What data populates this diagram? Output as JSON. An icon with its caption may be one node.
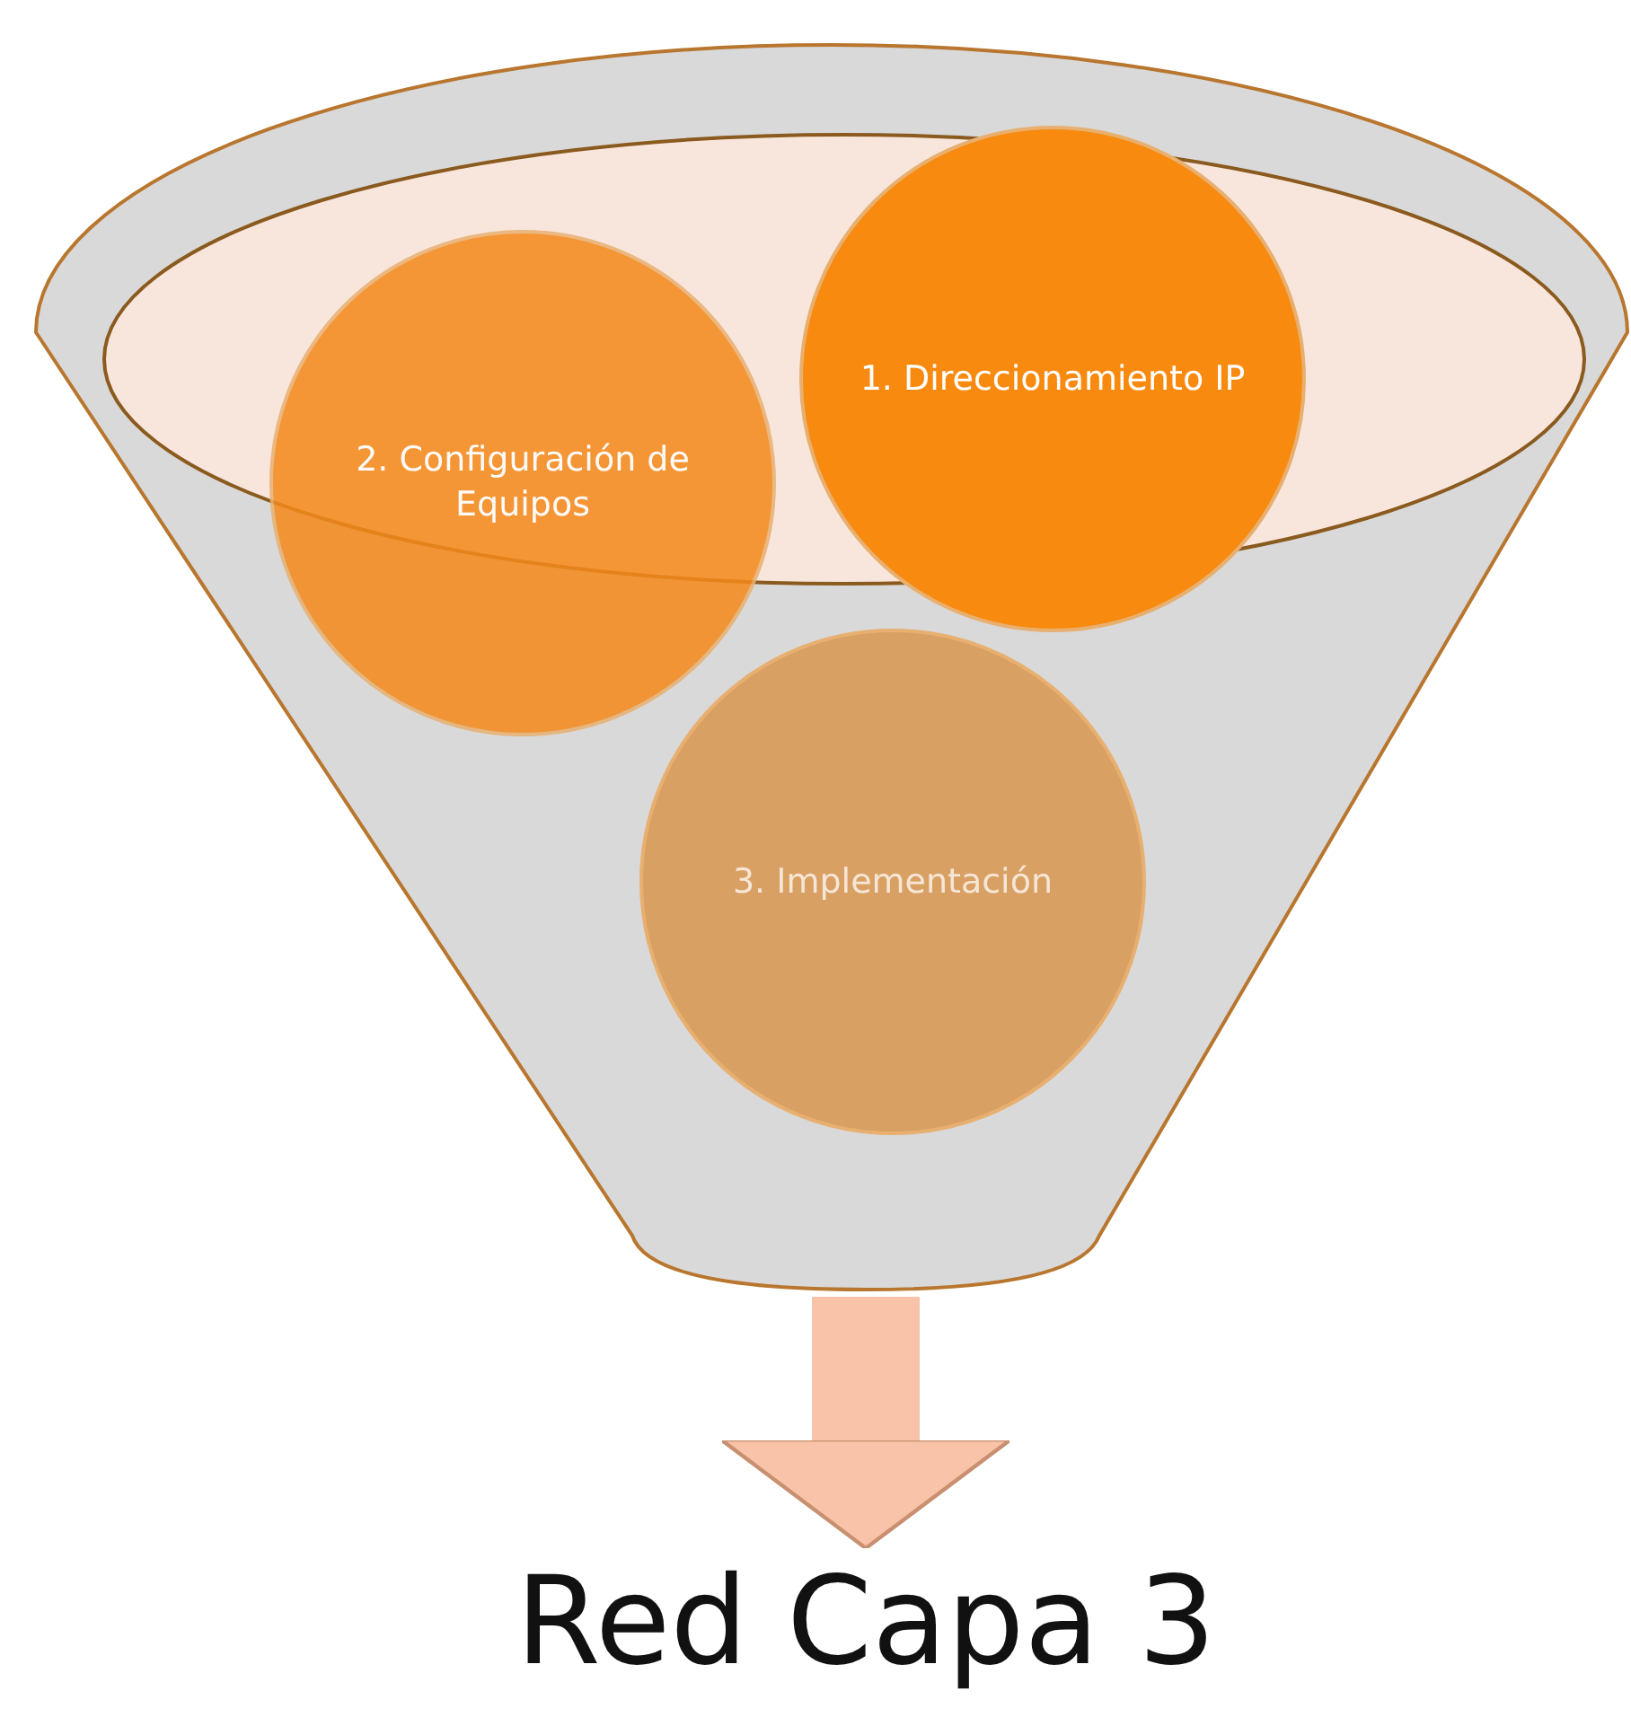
{
  "diagram": {
    "nodes": [
      {
        "text": [],
        "shape": "funnel"
      },
      {
        "text": [
          "1. Direccionamiento IP"
        ],
        "in": 0
      },
      {
        "text": [
          "2. Configuración de Equipos"
        ],
        "in": 0
      },
      {
        "text": [
          "3. Implementación"
        ],
        "in": 0
      },
      {
        "text": [
          "Red Capa 3"
        ]
      }
    ],
    "edges": [
      {
        "from": 0,
        "to": 4,
        "arrow": "to"
      }
    ]
  }
}
